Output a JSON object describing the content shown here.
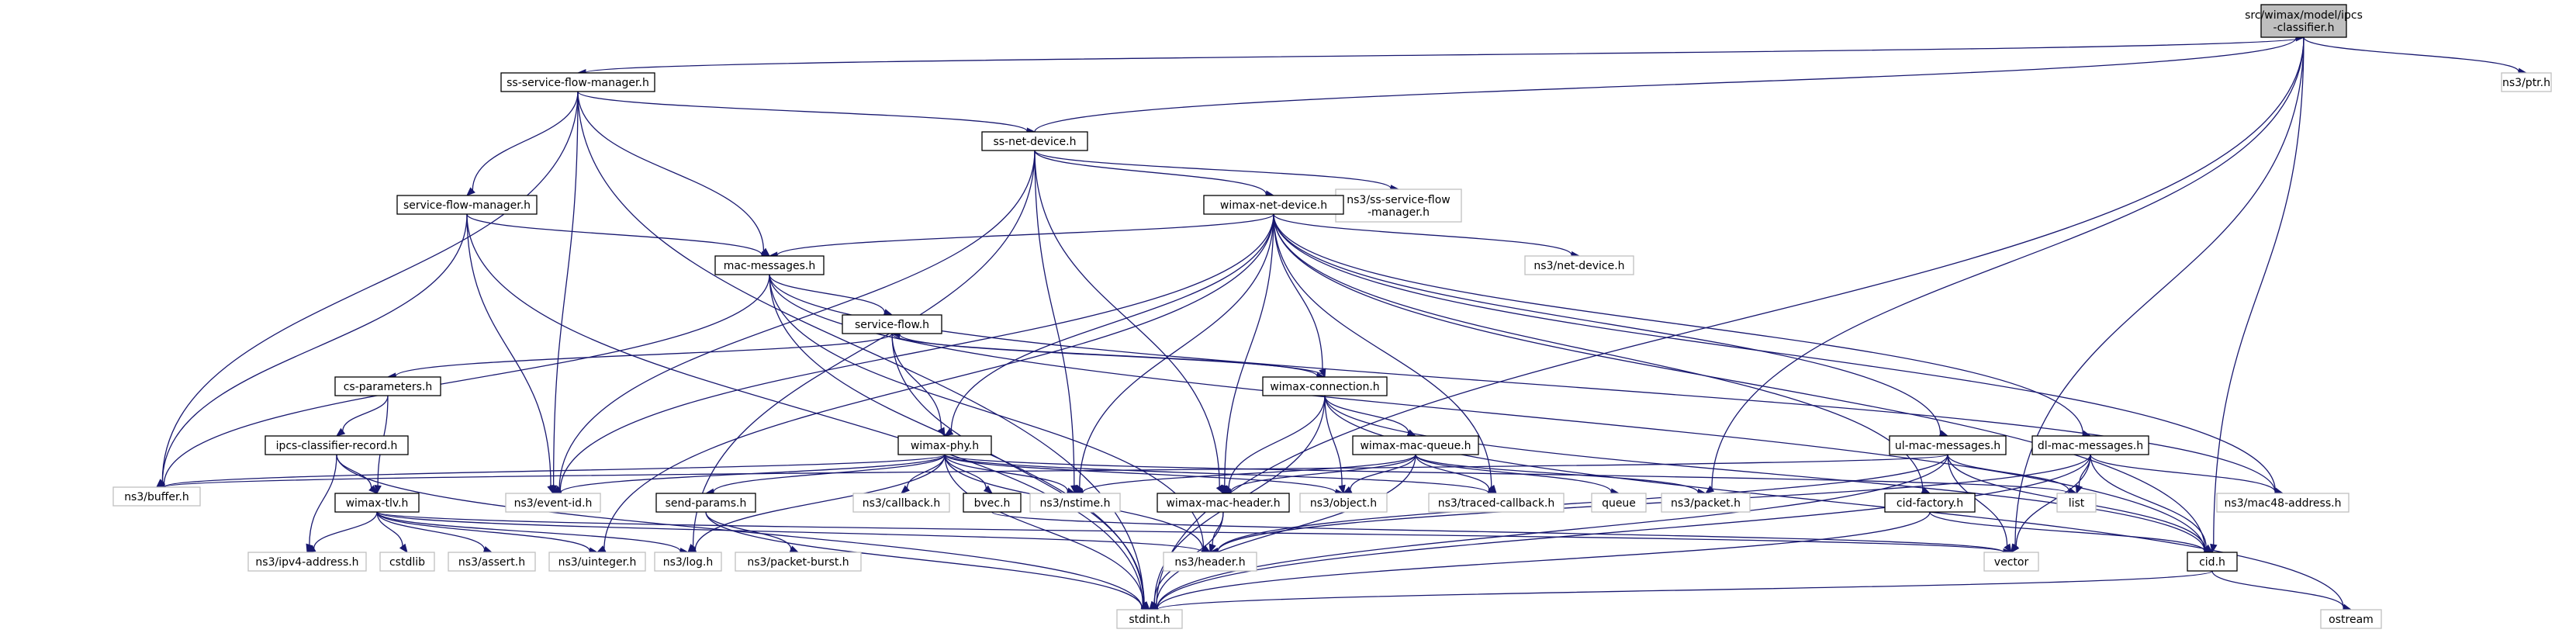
{
  "graph": {
    "nodes": {
      "root": {
        "lines": [
          "src/wimax/model/ipcs",
          "-classifier.h"
        ],
        "kind": "root"
      },
      "ssflow": {
        "lines": [
          "ss-service-flow-manager.h"
        ],
        "kind": "local"
      },
      "ptr": {
        "lines": [
          "ns3/ptr.h"
        ],
        "kind": "ext"
      },
      "ssnet": {
        "lines": [
          "ss-net-device.h"
        ],
        "kind": "local"
      },
      "sfm": {
        "lines": [
          "service-flow-manager.h"
        ],
        "kind": "local"
      },
      "nssssf": {
        "lines": [
          "ns3/ss-service-flow",
          "-manager.h"
        ],
        "kind": "ext"
      },
      "wnd": {
        "lines": [
          "wimax-net-device.h"
        ],
        "kind": "local"
      },
      "macmsg": {
        "lines": [
          "mac-messages.h"
        ],
        "kind": "local"
      },
      "netdev": {
        "lines": [
          "ns3/net-device.h"
        ],
        "kind": "ext"
      },
      "sflow": {
        "lines": [
          "service-flow.h"
        ],
        "kind": "local"
      },
      "csparam": {
        "lines": [
          "cs-parameters.h"
        ],
        "kind": "local"
      },
      "wconn": {
        "lines": [
          "wimax-connection.h"
        ],
        "kind": "local"
      },
      "ipcsrec": {
        "lines": [
          "ipcs-classifier-record.h"
        ],
        "kind": "local"
      },
      "wphy": {
        "lines": [
          "wimax-phy.h"
        ],
        "kind": "local"
      },
      "wmq": {
        "lines": [
          "wimax-mac-queue.h"
        ],
        "kind": "local"
      },
      "ulmsg": {
        "lines": [
          "ul-mac-messages.h"
        ],
        "kind": "local"
      },
      "dlmsg": {
        "lines": [
          "dl-mac-messages.h"
        ],
        "kind": "local"
      },
      "buffer": {
        "lines": [
          "ns3/buffer.h"
        ],
        "kind": "ext"
      },
      "wtlv": {
        "lines": [
          "wimax-tlv.h"
        ],
        "kind": "local"
      },
      "eventid": {
        "lines": [
          "ns3/event-id.h"
        ],
        "kind": "ext"
      },
      "sendp": {
        "lines": [
          "send-params.h"
        ],
        "kind": "local"
      },
      "callback": {
        "lines": [
          "ns3/callback.h"
        ],
        "kind": "ext"
      },
      "bvec": {
        "lines": [
          "bvec.h"
        ],
        "kind": "local"
      },
      "nstime": {
        "lines": [
          "ns3/nstime.h"
        ],
        "kind": "ext"
      },
      "wmh": {
        "lines": [
          "wimax-mac-header.h"
        ],
        "kind": "local"
      },
      "object": {
        "lines": [
          "ns3/object.h"
        ],
        "kind": "ext"
      },
      "traced": {
        "lines": [
          "ns3/traced-callback.h"
        ],
        "kind": "ext"
      },
      "queue": {
        "lines": [
          "queue"
        ],
        "kind": "ext"
      },
      "packet": {
        "lines": [
          "ns3/packet.h"
        ],
        "kind": "ext"
      },
      "cidf": {
        "lines": [
          "cid-factory.h"
        ],
        "kind": "local"
      },
      "list": {
        "lines": [
          "list"
        ],
        "kind": "ext"
      },
      "mac48": {
        "lines": [
          "ns3/mac48-address.h"
        ],
        "kind": "ext"
      },
      "ipv4": {
        "lines": [
          "ns3/ipv4-address.h"
        ],
        "kind": "ext"
      },
      "cstdlib": {
        "lines": [
          "cstdlib"
        ],
        "kind": "ext"
      },
      "assert": {
        "lines": [
          "ns3/assert.h"
        ],
        "kind": "ext"
      },
      "uinteger": {
        "lines": [
          "ns3/uinteger.h"
        ],
        "kind": "ext"
      },
      "log": {
        "lines": [
          "ns3/log.h"
        ],
        "kind": "ext"
      },
      "pburst": {
        "lines": [
          "ns3/packet-burst.h"
        ],
        "kind": "ext"
      },
      "header": {
        "lines": [
          "ns3/header.h"
        ],
        "kind": "ext"
      },
      "vector": {
        "lines": [
          "vector"
        ],
        "kind": "ext"
      },
      "cid": {
        "lines": [
          "cid.h"
        ],
        "kind": "local"
      },
      "stdint": {
        "lines": [
          "stdint.h"
        ],
        "kind": "ext"
      },
      "ostream": {
        "lines": [
          "ostream"
        ],
        "kind": "ext"
      }
    },
    "edges": [
      [
        "root",
        "ssflow"
      ],
      [
        "root",
        "ptr"
      ],
      [
        "root",
        "packet"
      ],
      [
        "root",
        "vector"
      ],
      [
        "root",
        "cid"
      ],
      [
        "root",
        "stdint"
      ],
      [
        "ssflow",
        "stdint"
      ],
      [
        "ssflow",
        "buffer"
      ],
      [
        "ssflow",
        "eventid"
      ],
      [
        "ssflow",
        "ssnet"
      ],
      [
        "ssflow",
        "sfm"
      ],
      [
        "ssflow",
        "macmsg"
      ],
      [
        "ssnet",
        "root"
      ],
      [
        "ssnet",
        "nssssf"
      ],
      [
        "ssnet",
        "wnd"
      ],
      [
        "ssnet",
        "eventid"
      ],
      [
        "ssnet",
        "log"
      ],
      [
        "ssnet",
        "nstime"
      ],
      [
        "ssnet",
        "wmh"
      ],
      [
        "sfm",
        "macmsg"
      ],
      [
        "sfm",
        "stdint"
      ],
      [
        "sfm",
        "buffer"
      ],
      [
        "sfm",
        "eventid"
      ],
      [
        "wnd",
        "netdev"
      ],
      [
        "wnd",
        "macmsg"
      ],
      [
        "wnd",
        "wconn"
      ],
      [
        "wnd",
        "wphy"
      ],
      [
        "wnd",
        "ulmsg"
      ],
      [
        "wnd",
        "dlmsg"
      ],
      [
        "wnd",
        "cidf"
      ],
      [
        "wnd",
        "traced"
      ],
      [
        "wnd",
        "mac48"
      ],
      [
        "wnd",
        "cid"
      ],
      [
        "wnd",
        "nstime"
      ],
      [
        "wnd",
        "wmh"
      ],
      [
        "wnd",
        "eventid"
      ],
      [
        "wnd",
        "uinteger"
      ],
      [
        "macmsg",
        "sflow"
      ],
      [
        "macmsg",
        "stdint"
      ],
      [
        "macmsg",
        "buffer"
      ],
      [
        "macmsg",
        "header"
      ],
      [
        "macmsg",
        "cid"
      ],
      [
        "macmsg",
        "mac48"
      ],
      [
        "sflow",
        "wconn"
      ],
      [
        "sflow",
        "csparam"
      ],
      [
        "sflow",
        "wphy"
      ],
      [
        "sflow",
        "stdint"
      ],
      [
        "wconn",
        "sflow"
      ],
      [
        "wconn",
        "wmq"
      ],
      [
        "wconn",
        "wmh"
      ],
      [
        "wconn",
        "object"
      ],
      [
        "wconn",
        "cid"
      ],
      [
        "wconn",
        "stdint"
      ],
      [
        "wconn",
        "ostream"
      ],
      [
        "csparam",
        "ipcsrec"
      ],
      [
        "csparam",
        "wtlv"
      ],
      [
        "ipcsrec",
        "wtlv"
      ],
      [
        "ipcsrec",
        "ipv4"
      ],
      [
        "ipcsrec",
        "stdint"
      ],
      [
        "wphy",
        "eventid"
      ],
      [
        "wphy",
        "buffer"
      ],
      [
        "wphy",
        "callback"
      ],
      [
        "wphy",
        "sendp"
      ],
      [
        "wphy",
        "bvec"
      ],
      [
        "wphy",
        "nstime"
      ],
      [
        "wphy",
        "object"
      ],
      [
        "wphy",
        "traced"
      ],
      [
        "wphy",
        "list"
      ],
      [
        "wphy",
        "log"
      ],
      [
        "wphy",
        "stdint"
      ],
      [
        "wphy",
        "header"
      ],
      [
        "wmq",
        "wmh"
      ],
      [
        "wmq",
        "object"
      ],
      [
        "wmq",
        "traced"
      ],
      [
        "wmq",
        "queue"
      ],
      [
        "wmq",
        "packet"
      ],
      [
        "wmq",
        "nstime"
      ],
      [
        "wmq",
        "stdint"
      ],
      [
        "ulmsg",
        "buffer"
      ],
      [
        "ulmsg",
        "list"
      ],
      [
        "ulmsg",
        "vector"
      ],
      [
        "ulmsg",
        "cid"
      ],
      [
        "ulmsg",
        "header"
      ],
      [
        "ulmsg",
        "stdint"
      ],
      [
        "dlmsg",
        "list"
      ],
      [
        "dlmsg",
        "vector"
      ],
      [
        "dlmsg",
        "cid"
      ],
      [
        "dlmsg",
        "mac48"
      ],
      [
        "dlmsg",
        "header"
      ],
      [
        "dlmsg",
        "stdint"
      ],
      [
        "wtlv",
        "ipv4"
      ],
      [
        "wtlv",
        "cstdlib"
      ],
      [
        "wtlv",
        "assert"
      ],
      [
        "wtlv",
        "uinteger"
      ],
      [
        "wtlv",
        "log"
      ],
      [
        "wtlv",
        "header"
      ],
      [
        "wtlv",
        "vector"
      ],
      [
        "sendp",
        "pburst"
      ],
      [
        "sendp",
        "stdint"
      ],
      [
        "bvec",
        "vector"
      ],
      [
        "wmh",
        "header"
      ],
      [
        "wmh",
        "stdint"
      ],
      [
        "cidf",
        "cid"
      ],
      [
        "cidf",
        "stdint"
      ],
      [
        "cid",
        "stdint"
      ],
      [
        "cid",
        "ostream"
      ]
    ]
  }
}
